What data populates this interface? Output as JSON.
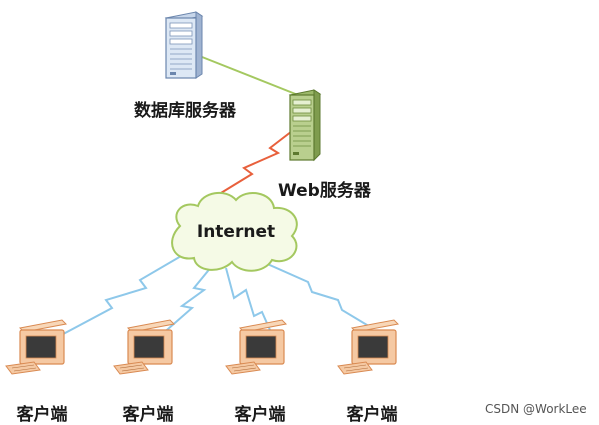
{
  "nodes": {
    "database_server": {
      "label": "数据库服务器"
    },
    "web_server": {
      "label": "Web服务器"
    },
    "internet": {
      "label": "Internet"
    },
    "clients": [
      {
        "label": "客户端"
      },
      {
        "label": "客户端"
      },
      {
        "label": "客户端"
      },
      {
        "label": "客户端"
      }
    ]
  },
  "watermark": "CSDN @WorkLee",
  "colors": {
    "db_to_web_link": "#a4c860",
    "web_to_internet_link": "#e8603c",
    "client_link": "#8ec8ea",
    "cloud_fill": "#f5fae6",
    "cloud_stroke": "#a4c860",
    "monitor_body": "#f5c9a3",
    "monitor_stroke": "#d98a52",
    "db_server_body": "#dde8f5",
    "web_server_body": "#b9cf8e"
  }
}
